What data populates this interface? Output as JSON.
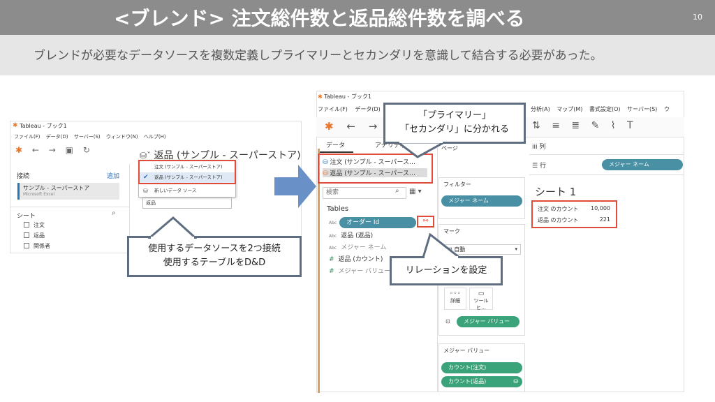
{
  "slide": {
    "title": "<ブレンド> 注文総件数と返品総件数を調べる",
    "page_number": "10",
    "subtitle": "ブレンドが必要なデータソースを複数定義しプライマリーとセカンダリを意識して結合する必要があった。"
  },
  "left_screenshot": {
    "window_title": "Tableau - ブック1",
    "menu": [
      "ファイル(F)",
      "データ(D)",
      "サーバー(S)",
      "ウィンドウ(N)",
      "ヘルプ(H)"
    ],
    "connections_label": "接続",
    "add_label": "追加",
    "source_name": "サンプル - スーパーストア",
    "source_type": "Microsoft Excel",
    "sheets_label": "シート",
    "sheets": [
      "注文",
      "返品",
      "関係者"
    ],
    "datasource_header": "返品 (サンプル - スーパーストア)",
    "dropdown_items": [
      "注文 (サンプル - スーパーストア)",
      "返品 (サンプル - スーパーストア)",
      "新しいデータ ソース"
    ],
    "table_input": "返品"
  },
  "callouts": {
    "left": [
      "使用するデータソースを2つ接続",
      "使用するテーブルをD&D"
    ],
    "top": [
      "「プライマリー」",
      "「セカンダリ」に分かれる"
    ],
    "bottom": "リレーションを設定"
  },
  "right_screenshot": {
    "window_title": "Tableau - ブック1",
    "menu_left": [
      "ファイル(F)",
      "データ(D)"
    ],
    "menu_right": [
      "分析(A)",
      "マップ(M)",
      "書式設定(O)",
      "サーバー(S)",
      "ウ"
    ],
    "tabs": [
      "データ",
      "アナリティクス"
    ],
    "datasources": [
      "注文 (サンプル - スーパース…",
      "返品 (サンプル - スーパース…"
    ],
    "search_placeholder": "検索",
    "tables_label": "Tables",
    "fields": [
      "オーダー Id",
      "返品 (返品)",
      "メジャー ネーム",
      "返品 (カウント)",
      "メジャー バリュー"
    ],
    "pages_label": "ページ",
    "filters_label": "フィルター",
    "filter_pill": "メジャー ネーム",
    "marks_label": "マーク",
    "marks_type": "自動",
    "detail_label": "詳細",
    "tooltip_label": "ツールヒ…",
    "marks_pill": "メジャー バリュー",
    "measure_values_label": "メジャー バリュー",
    "mv_pills": [
      "カウント(注文)",
      "カウント(返品)"
    ],
    "columns_label": "列",
    "rows_label": "行",
    "rows_pill": "メジャー ネーム",
    "sheet_title": "シート 1",
    "table_rows": [
      {
        "label": "注文 のカウント",
        "value": "10,000"
      },
      {
        "label": "返品 のカウント",
        "value": "221"
      }
    ]
  }
}
